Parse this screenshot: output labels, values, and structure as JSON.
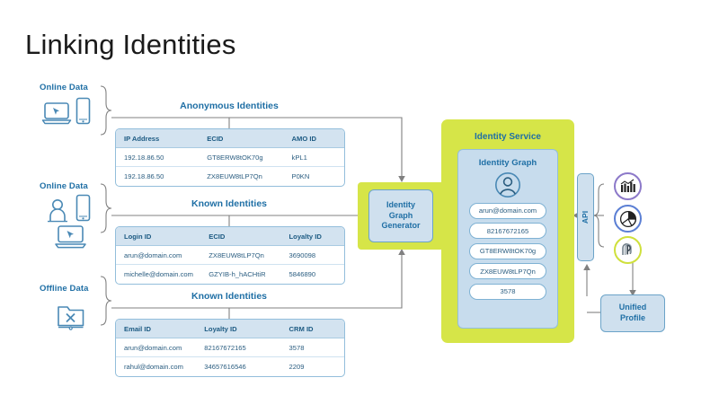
{
  "page": {
    "title": "Linking Identities",
    "background": "#ffffff",
    "accent_blue": "#1f6fa5",
    "accent_green": "#d6e548",
    "table_header_bg": "#d3e3f0",
    "box_fill": "#cfe0ee"
  },
  "sources": [
    {
      "label": "Online Data",
      "icons": [
        "laptop-icon",
        "smartphone-icon"
      ]
    },
    {
      "label": "Online Data",
      "icons": [
        "person-icon",
        "smartphone-icon",
        "laptop-icon"
      ]
    },
    {
      "label": "Offline Data",
      "icons": [
        "file-x-icon"
      ]
    }
  ],
  "tables": [
    {
      "caption": "Anonymous Identities",
      "columns": [
        "IP Address",
        "ECID",
        "AMO ID"
      ],
      "rows": [
        [
          "192.18.86.50",
          "GT8ERW8tOK70g",
          "kPL1"
        ],
        [
          "192.18.86.50",
          "ZX8EUW8tLP7Qn",
          "P0KN"
        ]
      ]
    },
    {
      "caption": "Known Identities",
      "columns": [
        "Login ID",
        "ECID",
        "Loyalty ID"
      ],
      "rows": [
        [
          "arun@domain.com",
          "ZX8EUW8tLP7Qn",
          "3690098"
        ],
        [
          "michelle@domain.com",
          "GZYIB-h_hACHtiR",
          "5846890"
        ]
      ]
    },
    {
      "caption": "Known Identities",
      "columns": [
        "Email ID",
        "Loyalty ID",
        "CRM ID"
      ],
      "rows": [
        [
          "arun@domain.com",
          "82167672165",
          "3578"
        ],
        [
          "rahul@domain.com",
          "34657616546",
          "2209"
        ]
      ]
    }
  ],
  "generator": {
    "line1": "Identity",
    "line2": "Graph",
    "line3": "Generator"
  },
  "identity_service": {
    "title": "Identity Service",
    "graph_title": "Identity Graph",
    "avatar": "user-avatar-icon",
    "pills": [
      "arun@domain.com",
      "82167672165",
      "GT8ERW8tOK70g",
      "ZX8EUW8tLP7Qn",
      "3578"
    ]
  },
  "api": {
    "label": "API"
  },
  "apps": [
    {
      "name": "bar-chart-icon",
      "ring": "#8c79c9"
    },
    {
      "name": "pie-chart-icon",
      "ring": "#5b7fd4"
    },
    {
      "name": "adobe-app-icon",
      "ring": "#cfe03c"
    }
  ],
  "unified_profile": {
    "line1": "Unified",
    "line2": "Profile"
  }
}
